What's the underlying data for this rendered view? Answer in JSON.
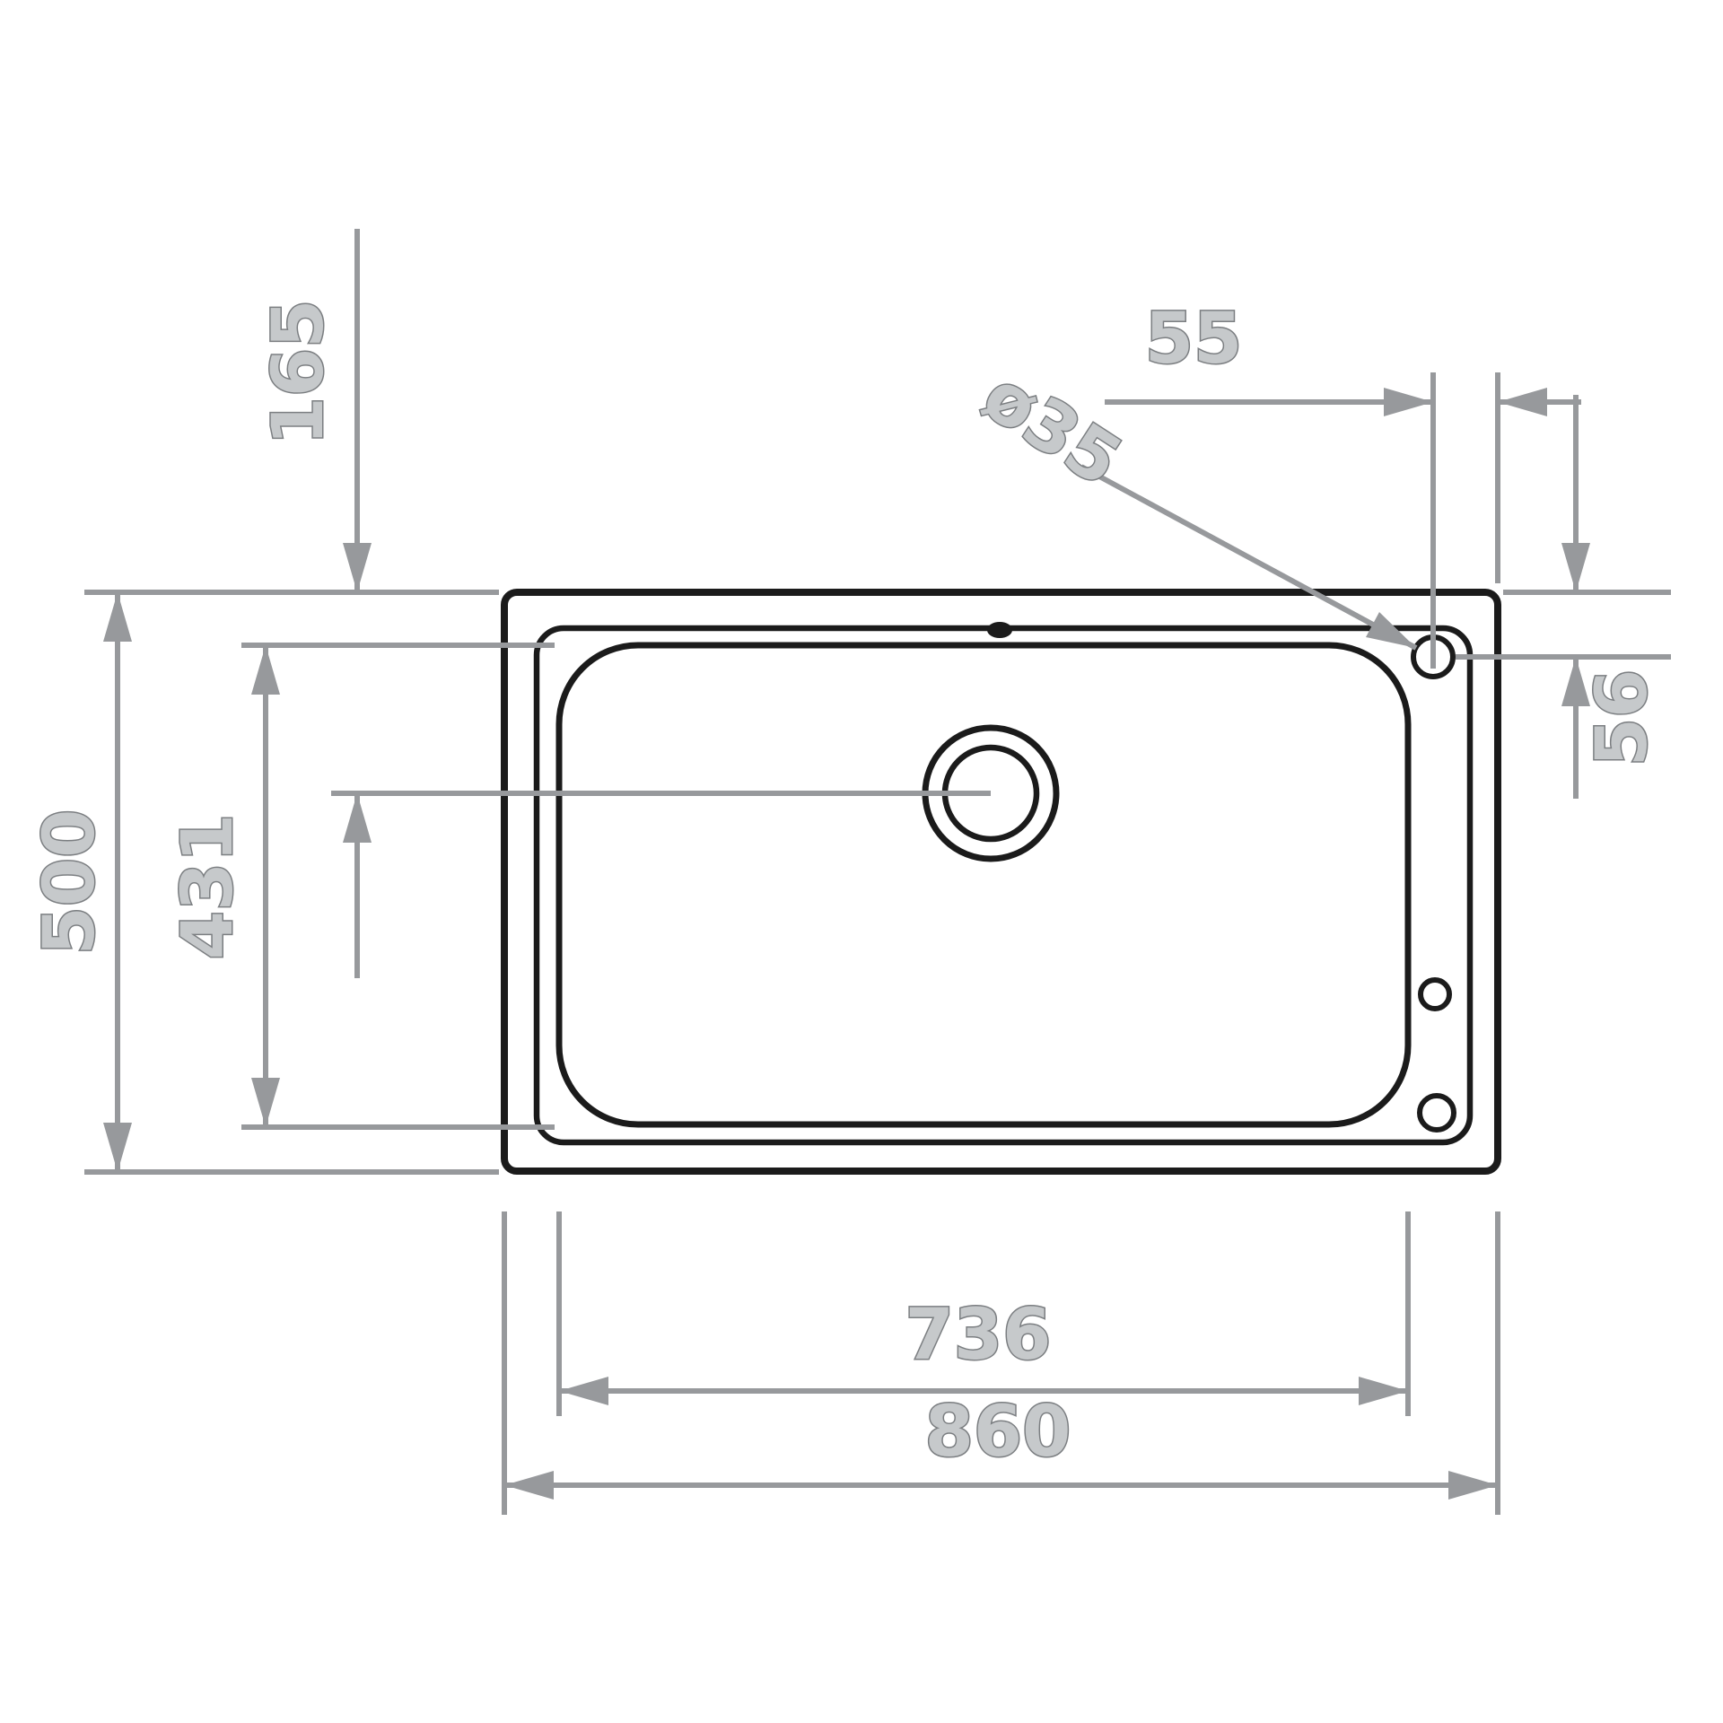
{
  "drawing": {
    "labels": {
      "overall_width": "860",
      "bowl_width": "736",
      "overall_depth": "500",
      "bowl_depth": "431",
      "drain_offset_from_top": "165",
      "hole_offset_from_right": "55",
      "hole_offset_from_top": "56",
      "hole_diameter": "ø35"
    },
    "colors": {
      "outline": "#1b1b1b",
      "dimension": "#97999c"
    }
  }
}
